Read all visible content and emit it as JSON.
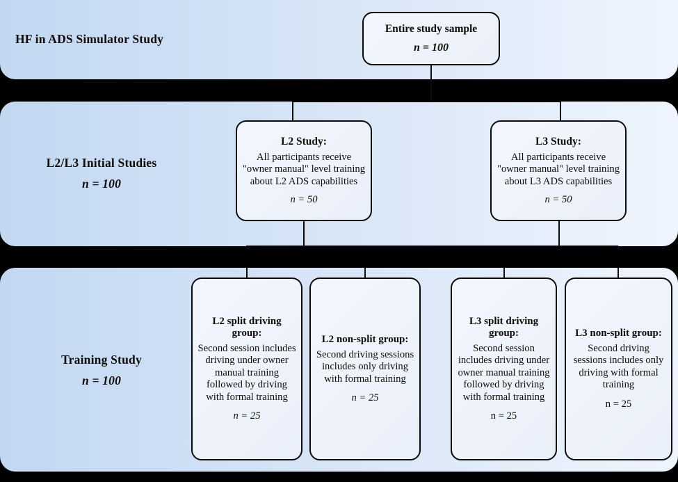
{
  "diagram": {
    "title": "HF in ADS Simulator Study",
    "accent_band_color": "#c2d8f1",
    "node_fill_color": "#eef3fb",
    "line_color": "#0b0b0b"
  },
  "bands": {
    "top": {
      "label": "HF in ADS Simulator Study"
    },
    "middle": {
      "label": "L2/L3 Initial  Studies",
      "n": "n = 100"
    },
    "bottom": {
      "label": "Training  Study",
      "n": "n = 100"
    }
  },
  "nodes": {
    "entire": {
      "title": "Entire study sample",
      "n": "n = 100"
    },
    "l2_study": {
      "title": "L2 Study:",
      "body": "All  participants  receive \"owner manual\"  level training  about L2 ADS capabilities",
      "n": "n = 50"
    },
    "l3_study": {
      "title": "L3 Study:",
      "body": "All  participants  receive \"owner manual\"  level training  about L3 ADS capabilities",
      "n": "n = 50"
    },
    "l2_split": {
      "title": "L2 split driving group:",
      "body": "Second session includes driving under owner manual  training followed by driving  with formal  training",
      "n": "n = 25"
    },
    "l2_nonsplit": {
      "title": "L2 non-split group:",
      "body": "Second driving sessions includes only  driving  with formal  training",
      "n": "n = 25"
    },
    "l3_split": {
      "title": "L3 split driving group:",
      "body": "Second session includes driving under owner manual  training followed by driving  with formal  training",
      "n": "n = 25"
    },
    "l3_nonsplit": {
      "title": "L3 non-split group:",
      "body": "Second driving sessions includes only driving with  formal training",
      "n": "n = 25"
    }
  }
}
